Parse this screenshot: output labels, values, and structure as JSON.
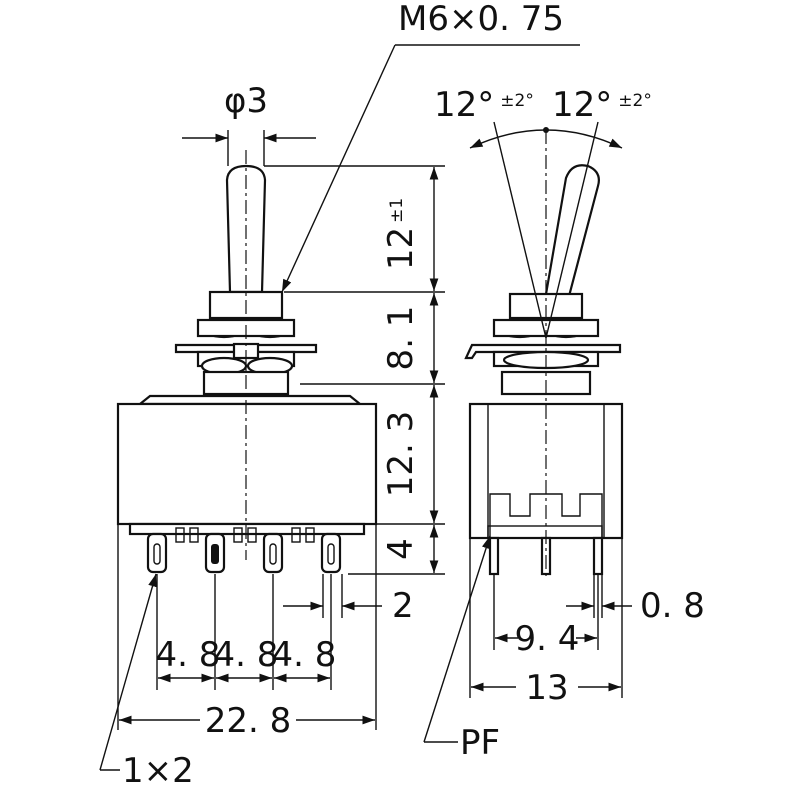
{
  "labels": {
    "thread": "M6×0. 75",
    "diameter": "φ3",
    "angle_left": "12°",
    "angle_left_tol": "±2°",
    "angle_right": "12°",
    "angle_right_tol": "±2°",
    "lever_length": "12",
    "lever_length_tol": "±1",
    "bushing_height": "8. 1",
    "body_height": "12. 3",
    "terminal_length": "4",
    "terminal_gap": "2",
    "terminal_thickness": "0. 8",
    "pitch_1": "4. 8",
    "pitch_2": "4. 8",
    "pitch_3": "4. 8",
    "overall_width": "22. 8",
    "side_pitch": "9. 4",
    "side_width": "13",
    "pf_label": "PF",
    "hole_label": "1×2"
  },
  "colors": {
    "line": "#111111",
    "background": "#ffffff"
  }
}
